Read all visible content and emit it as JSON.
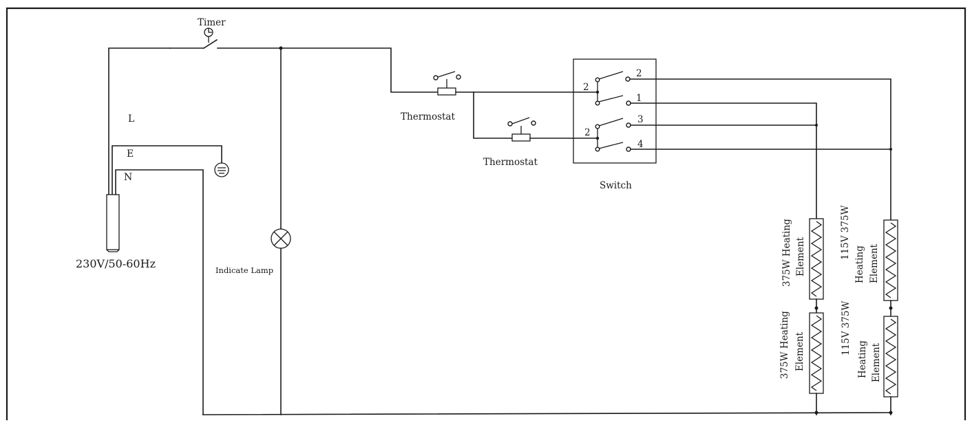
{
  "labels": {
    "timer": "Timer",
    "line": "L",
    "earth": "E",
    "neutral": "N",
    "supply": "230V/50-60Hz",
    "lamp": "Indicate Lamp",
    "thermostat_1": "Thermostat",
    "thermostat_2": "Thermostat",
    "switch": "Switch"
  },
  "switch_terminals": {
    "common_upper": "2",
    "common_lower": "2",
    "t1": "1",
    "t2": "2",
    "t3": "3",
    "t4": "4"
  },
  "heating_elements": [
    {
      "line1": "375W Heating",
      "line2": "Element"
    },
    {
      "line1": "375W Heating",
      "line2": "Element"
    },
    {
      "line1": "115V 375W",
      "line2": "Heating",
      "line3": "Element"
    },
    {
      "line1": "115V 375W",
      "line2": "Heating",
      "line3": "Element"
    }
  ],
  "colors": {
    "line": "#1a1a1a",
    "background": "#ffffff"
  }
}
